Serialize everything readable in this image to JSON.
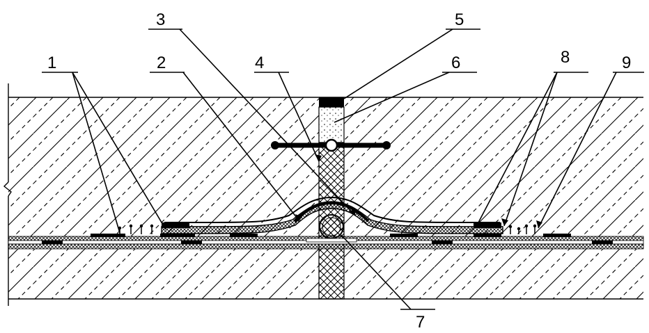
{
  "drawing": {
    "title": "",
    "callouts": [
      {
        "id": "1",
        "label": "1"
      },
      {
        "id": "2",
        "label": "2"
      },
      {
        "id": "3",
        "label": "3"
      },
      {
        "id": "4",
        "label": "4"
      },
      {
        "id": "5",
        "label": "5"
      },
      {
        "id": "6",
        "label": "6"
      },
      {
        "id": "7",
        "label": "7"
      },
      {
        "id": "8",
        "label": "8"
      },
      {
        "id": "9",
        "label": "9"
      }
    ]
  }
}
